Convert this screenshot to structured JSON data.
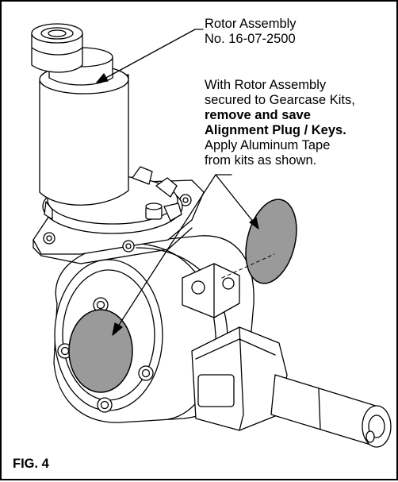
{
  "figure": {
    "label": "FIG. 4"
  },
  "callouts": {
    "rotor": {
      "line1": "Rotor Assembly",
      "line2": "No. 16-07-2500"
    },
    "instruction": {
      "line1": "With Rotor Assembly",
      "line2": "secured to Gearcase Kits,",
      "line3_bold": "remove and save",
      "line4_bold": "Alignment Plug / Keys.",
      "line5": "Apply Aluminum Tape",
      "line6": "from kits as shown."
    }
  },
  "colors": {
    "line": "#000000",
    "tape": "#9a9a9a",
    "background": "#ffffff"
  }
}
